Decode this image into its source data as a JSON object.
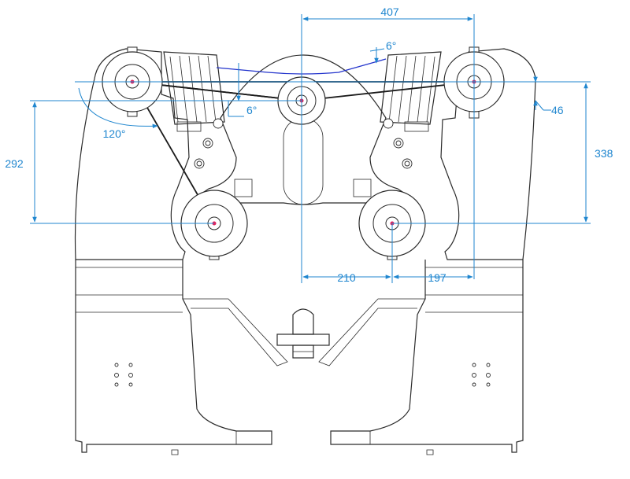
{
  "dimensions": {
    "top_width": "407",
    "right_offset": "46",
    "left_height": "292",
    "right_height": "338",
    "bottom_left": "210",
    "bottom_right": "197",
    "angle_left": "120°",
    "angle_top": "6°",
    "angle_mid": "6°"
  },
  "colors": {
    "dimension": "#1f86cf",
    "belt": "#1a1a1a",
    "tension_line": "#2233cc",
    "center_mark": "#e0245e"
  }
}
